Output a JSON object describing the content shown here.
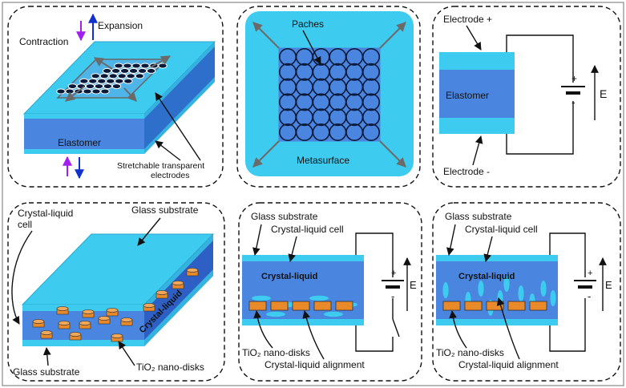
{
  "colors": {
    "light_blue": "#3ecbf0",
    "mid_blue": "#4a86e0",
    "dark_blue": "#2e5fc4",
    "side_blue": "#2f7fd4",
    "orange": "#e8892a",
    "purple": "#a020f0",
    "arrow_blue": "#1030d0",
    "grey_arrow": "#6a6a6a"
  },
  "panel1": {
    "expansion": "Expansion",
    "contraction": "Contraction",
    "elastomer": "Elastomer",
    "electrodes_line1": "Stretchable transparent",
    "electrodes_line2": "electrodes"
  },
  "panel2": {
    "patches": "Paches",
    "metasurface": "Metasurface"
  },
  "panel3": {
    "electrode_plus": "Electrode +",
    "electrode_minus": "Electrode -",
    "elastomer": "Elastomer",
    "plus": "+",
    "minus": "-",
    "field": "E"
  },
  "panel4": {
    "cell_line1": "Crystal-liquid",
    "cell_line2": "cell",
    "glass_top": "Glass substrate",
    "glass_bottom": "Glass substrate",
    "lc_label": "Crystal-liquid",
    "nanodisks": "TiO₂ nano-disks"
  },
  "panel5": {
    "glass": "Glass substrate",
    "cell": "Crystal-liquid cell",
    "lc": "Crystal-liquid",
    "nanodisks": "TiO₂ nano-disks",
    "alignment": "Crystal-liquid alignment",
    "plus": "+",
    "minus": "-",
    "field": "E"
  },
  "panel6": {
    "glass": "Glass substrate",
    "cell": "Crystal-liquid cell",
    "lc": "Crystal-liquid",
    "nanodisks": "TiO₂ nano-disks",
    "alignment": "Crystal-liquid alignment",
    "plus": "+",
    "minus": "-",
    "field": "E"
  }
}
